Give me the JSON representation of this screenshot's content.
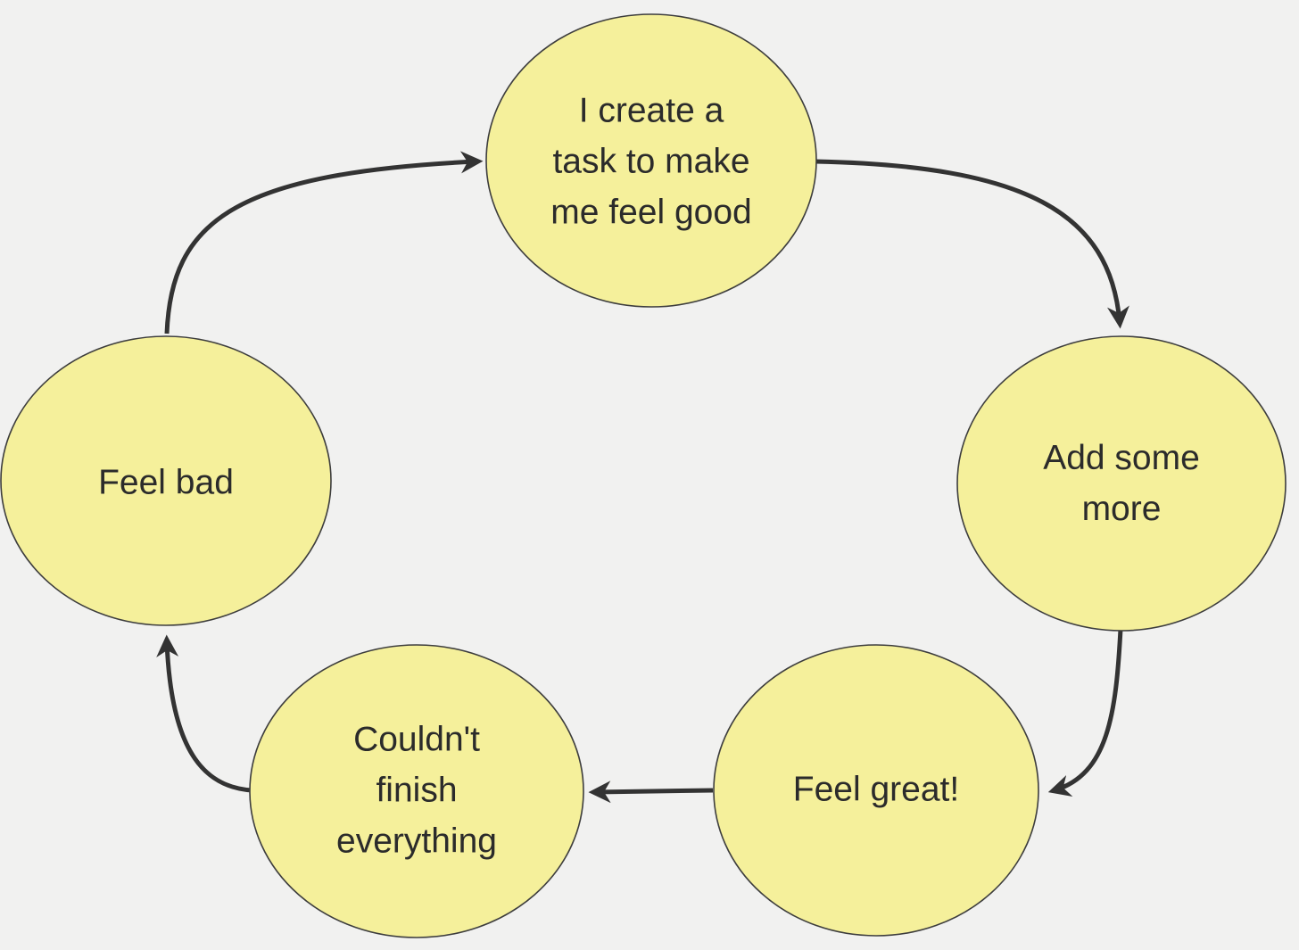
{
  "diagram": {
    "title": "task-creation feedback loop cycle",
    "colors": {
      "background": "#f1f1f0",
      "node_fill": "#f5f09b",
      "node_border": "#3d3d3d",
      "arrow": "#333333",
      "text": "#2b2b2b"
    },
    "nodes": [
      {
        "id": "create-task",
        "label": "I create a\ntask to make\nme feel good"
      },
      {
        "id": "add-some-more",
        "label": "Add some\nmore"
      },
      {
        "id": "feel-great",
        "label": "Feel great!"
      },
      {
        "id": "couldnt-finish",
        "label": "Couldn't\nfinish\neverything"
      },
      {
        "id": "feel-bad",
        "label": "Feel bad"
      }
    ],
    "edges": [
      {
        "from": "feel-bad",
        "to": "create-task"
      },
      {
        "from": "create-task",
        "to": "add-some-more"
      },
      {
        "from": "add-some-more",
        "to": "feel-great"
      },
      {
        "from": "feel-great",
        "to": "couldnt-finish"
      },
      {
        "from": "couldnt-finish",
        "to": "feel-bad"
      }
    ]
  }
}
